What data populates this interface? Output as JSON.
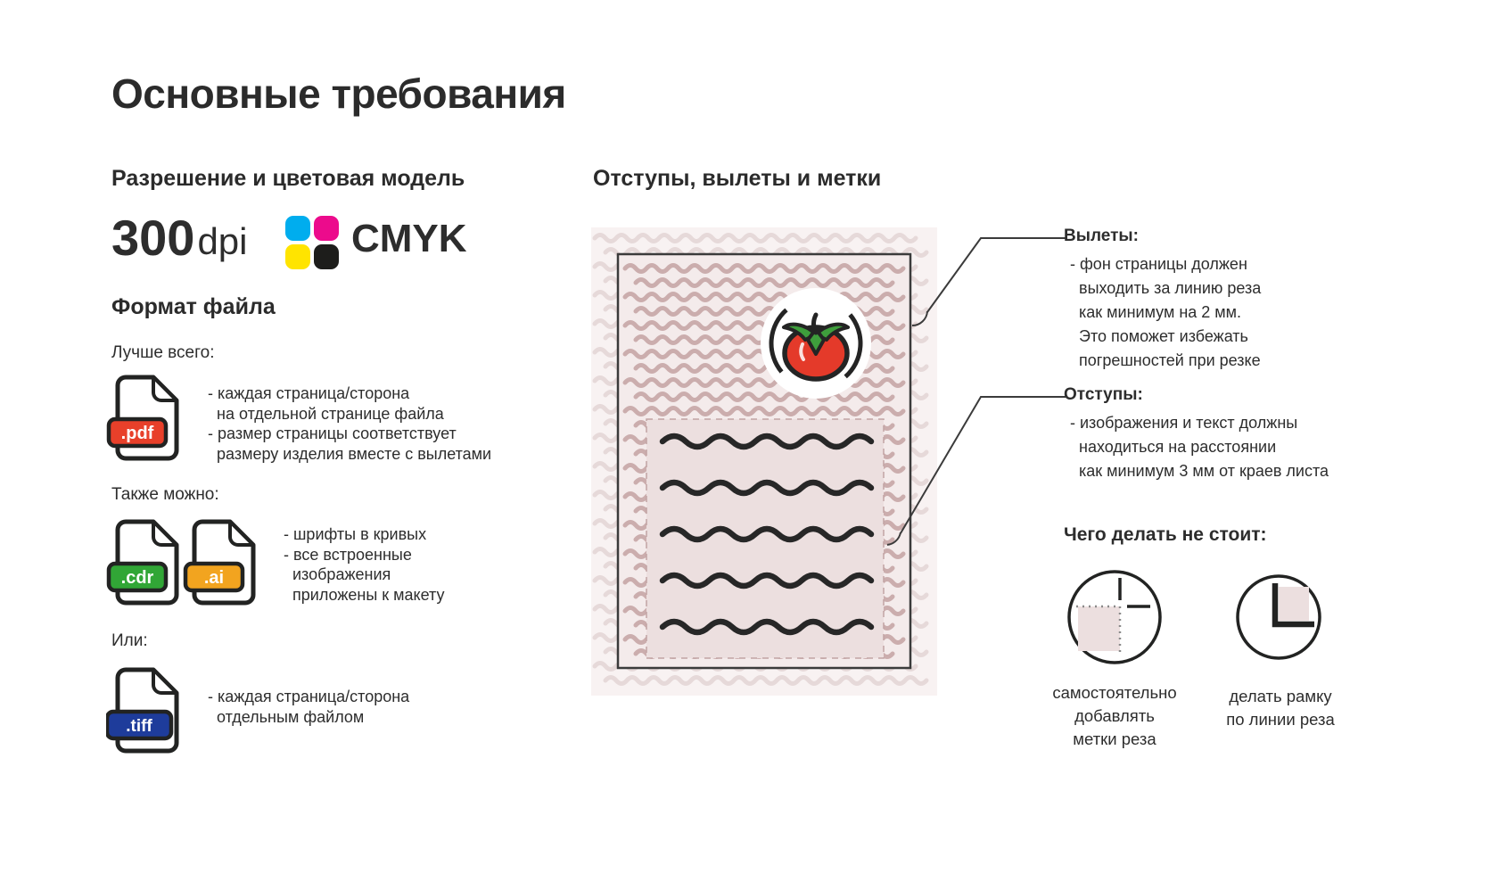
{
  "title": "Основные требования",
  "resolution": {
    "heading": "Разрешение и цветовая модель",
    "dpi_value": "300",
    "dpi_unit": "dpi",
    "color_model": "CMYK"
  },
  "format": {
    "heading": "Формат файла",
    "best_label": "Лучше всего:",
    "pdf_ext": ".pdf",
    "pdf_notes": "- каждая страница/сторона\n  на отдельной странице файла\n- размер страницы соответствует\n  размеру изделия вместе с вылетами",
    "also_label": "Также можно:",
    "cdr_ext": ".cdr",
    "ai_ext": ".ai",
    "also_notes": "- шрифты в кривых\n- все встроенные\n  изображения\n  приложены к макету",
    "or_label": "Или:",
    "tiff_ext": ".tiff",
    "tiff_notes": "- каждая страница/сторона\n  отдельным файлом"
  },
  "layout_section": {
    "heading": "Отступы, вылеты и метки",
    "bleed_title": "Вылеты:",
    "bleed_text": "- фон страницы должен\n  выходить за линию реза\n  как минимум на 2 мм.\n  Это поможет избежать\n  погрешностей при резке",
    "margin_title": "Отступы:",
    "margin_text": "- изображения и текст должны\n  находиться на расстоянии\n  как минимум 3 мм от краев листа",
    "donts_heading": "Чего делать не стоит:",
    "dont1_caption": "самостоятельно\nдобавлять\nметки реза",
    "dont2_caption": "делать рамку\nпо линии реза"
  },
  "colors": {
    "ink": "#2d2d2d",
    "pdf_red": "#e8402a",
    "cdr_green": "#31a636",
    "ai_orange": "#f2a41f",
    "tiff_blue": "#1e3c9b",
    "cyan": "#00adee",
    "magenta": "#ec0b8c",
    "yellow": "#ffe400",
    "black_key": "#1d1d1b",
    "tomato_red": "#e43a2a",
    "leaf_green": "#3e9e3c",
    "pattern_light": "#e6d9d9",
    "pattern_dark": "#cbadad",
    "page_bg": "#f8f2f2",
    "panel_bg": "#ecdfdf"
  }
}
